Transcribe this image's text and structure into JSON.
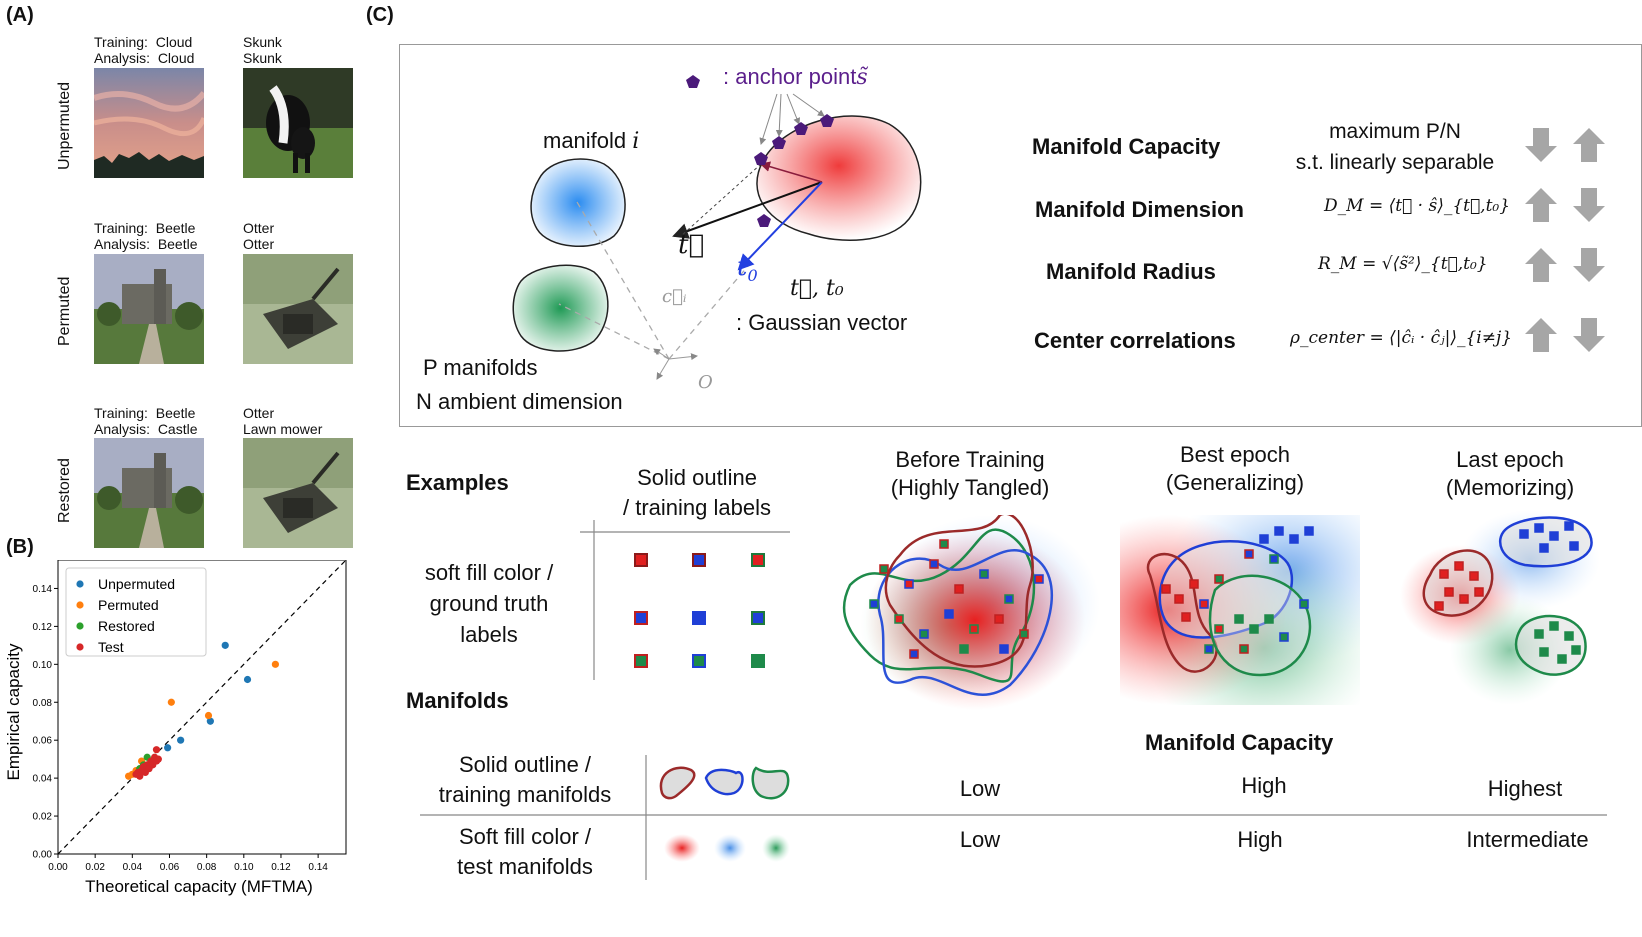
{
  "panels": {
    "a": "(A)",
    "b": "(B)",
    "c": "(C)"
  },
  "panel_a": {
    "rows": [
      {
        "label": "Unpermuted",
        "items": [
          {
            "training_key": "Training:",
            "training_val": "Cloud",
            "analysis_key": "Analysis:",
            "analysis_val": "Cloud"
          },
          {
            "training_val": "Skunk",
            "analysis_val": "Skunk"
          }
        ]
      },
      {
        "label": "Permuted",
        "items": [
          {
            "training_key": "Training:",
            "training_val": "Beetle",
            "analysis_key": "Analysis:",
            "analysis_val": "Beetle"
          },
          {
            "training_val": "Otter",
            "analysis_val": "Otter"
          }
        ]
      },
      {
        "label": "Restored",
        "items": [
          {
            "training_key": "Training:",
            "training_val": "Beetle",
            "analysis_key": "Analysis:",
            "analysis_val": "Castle"
          },
          {
            "training_val": "Otter",
            "analysis_val": "Lawn mower"
          }
        ]
      }
    ]
  },
  "chart_data": {
    "type": "scatter",
    "xlabel": "Theoretical capacity (MFTMA)",
    "ylabel": "Empirical capacity",
    "xlim": [
      0.0,
      0.155
    ],
    "ylim": [
      0.0,
      0.155
    ],
    "xticks": [
      "0.00",
      "0.02",
      "0.04",
      "0.06",
      "0.08",
      "0.10",
      "0.12",
      "0.14"
    ],
    "yticks": [
      "0.00",
      "0.02",
      "0.04",
      "0.06",
      "0.08",
      "0.10",
      "0.12",
      "0.14"
    ],
    "legend_position": "top-left",
    "reference_line": "y = x (dashed)",
    "series": [
      {
        "name": "Unpermuted",
        "color": "#1f77b4",
        "points": [
          [
            0.09,
            0.11
          ],
          [
            0.102,
            0.092
          ],
          [
            0.082,
            0.07
          ],
          [
            0.066,
            0.06
          ],
          [
            0.059,
            0.056
          ],
          [
            0.05,
            0.047
          ],
          [
            0.047,
            0.045
          ]
        ]
      },
      {
        "name": "Permuted",
        "color": "#ff7f0e",
        "points": [
          [
            0.117,
            0.1
          ],
          [
            0.061,
            0.08
          ],
          [
            0.081,
            0.073
          ],
          [
            0.045,
            0.049
          ],
          [
            0.04,
            0.042
          ],
          [
            0.042,
            0.044
          ],
          [
            0.038,
            0.041
          ]
        ]
      },
      {
        "name": "Restored",
        "color": "#2ca02c",
        "points": [
          [
            0.048,
            0.051
          ],
          [
            0.046,
            0.047
          ],
          [
            0.044,
            0.045
          ],
          [
            0.05,
            0.049
          ]
        ]
      },
      {
        "name": "Test",
        "color": "#d62728",
        "points": [
          [
            0.053,
            0.055
          ],
          [
            0.052,
            0.051
          ],
          [
            0.05,
            0.049
          ],
          [
            0.048,
            0.047
          ],
          [
            0.046,
            0.046
          ],
          [
            0.045,
            0.044
          ],
          [
            0.043,
            0.043
          ],
          [
            0.042,
            0.042
          ],
          [
            0.044,
            0.041
          ],
          [
            0.047,
            0.043
          ],
          [
            0.049,
            0.045
          ],
          [
            0.051,
            0.047
          ],
          [
            0.053,
            0.049
          ],
          [
            0.054,
            0.05
          ]
        ]
      }
    ]
  },
  "panel_c_top": {
    "anchor_label": ": anchor point",
    "anchor_symbol": "s̃",
    "manifold_i": "manifold",
    "manifold_i_var": "i",
    "vec_t": "t⃗",
    "vec_t0": "t",
    "vec_t0_sub": "0",
    "ci_label": "c⃗ᵢ",
    "gaussian_symbols": "t⃗, t₀",
    "gaussian_text": ": Gaussian vector",
    "origin": "O",
    "p_manifolds": "P manifolds",
    "n_ambient": "N ambient dimension",
    "metrics": [
      {
        "name": "Manifold Capacity",
        "desc_line1": "maximum P/N",
        "desc_line2": "s.t. linearly separable",
        "arrows": [
          "down",
          "up"
        ]
      },
      {
        "name": "Manifold Dimension",
        "formula": "D_M = ⟨t⃗ · ŝ⟩_{t⃗,t₀}",
        "arrows": [
          "up",
          "down"
        ]
      },
      {
        "name": "Manifold Radius",
        "formula": "R_M = √⟨s̃²⟩_{t⃗,t₀}",
        "arrows": [
          "up",
          "down"
        ]
      },
      {
        "name": "Center correlations",
        "formula": "ρ_center = ⟨|ĉᵢ · ĉⱼ|⟩_{i≠j}",
        "arrows": [
          "up",
          "down"
        ]
      }
    ],
    "arrow_color": "#a6a6a6"
  },
  "panel_c_bottom": {
    "examples": "Examples",
    "solid_outline_training_labels": [
      "Solid outline",
      "/ training labels"
    ],
    "soft_fill_ground_truth": [
      "soft fill color /",
      "ground truth",
      "labels"
    ],
    "manifolds": "Manifolds",
    "stages": [
      {
        "line1": "Before Training",
        "line2": "(Highly Tangled)"
      },
      {
        "line1": "Best epoch",
        "line2": "(Generalizing)"
      },
      {
        "line1": "Last epoch",
        "line2": "(Memorizing)"
      }
    ],
    "capacity_header": "Manifold Capacity",
    "row_training": {
      "label": [
        "Solid outline /",
        "training manifolds"
      ],
      "values": [
        "Low",
        "High",
        "Highest"
      ]
    },
    "row_test": {
      "label": [
        "Soft fill color /",
        "test manifolds"
      ],
      "values": [
        "Low",
        "High",
        "Intermediate"
      ]
    },
    "colors": {
      "red": "#c0392b",
      "blue": "#1f4fd6",
      "green": "#1e8a4a",
      "purple": "#5b1f8c"
    }
  }
}
